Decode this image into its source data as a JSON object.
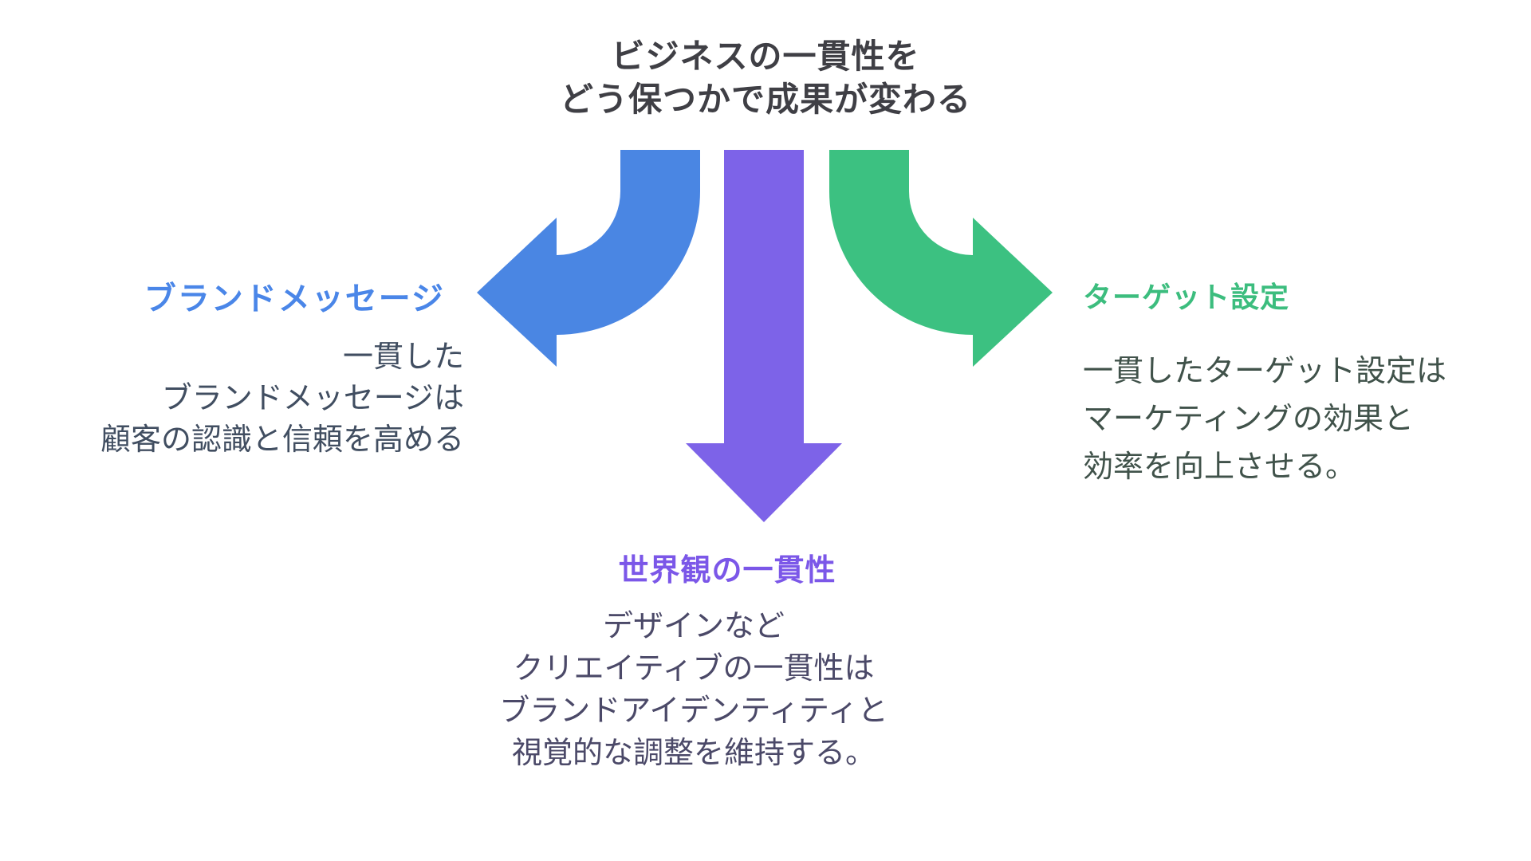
{
  "title": {
    "lines": [
      "ビジネスの一貫性を",
      "どう保つかで成果が変わる"
    ],
    "color": "#3f3f45"
  },
  "arrows": {
    "left": {
      "icon": "curved-arrow-down-left-icon",
      "color": "#4a86e3"
    },
    "center": {
      "icon": "straight-arrow-down-icon",
      "color": "#7d63e8"
    },
    "right": {
      "icon": "curved-arrow-down-right-icon",
      "color": "#3cc181"
    }
  },
  "sections": {
    "left": {
      "label": "ブランドメッセージ",
      "label_color": "#4a86e8",
      "body_color": "#414e61",
      "body_lines": [
        "一貫した",
        "ブランドメッセージは",
        "顧客の認識と信頼を高める"
      ]
    },
    "center": {
      "label": "世界観の一貫性",
      "label_color": "#7b57e8",
      "body_color": "#4b4968",
      "body_lines": [
        "デザインなど",
        "クリエイティブの一貫性は",
        "ブランドアイデンティティと",
        "視覚的な調整を維持する。"
      ]
    },
    "right": {
      "label": "ターゲット設定",
      "label_color": "#3cbd7e",
      "body_color": "#40524a",
      "body_lines": [
        "一貫したターゲット設定は",
        "マーケティングの効果と",
        "効率を向上させる。"
      ]
    }
  }
}
